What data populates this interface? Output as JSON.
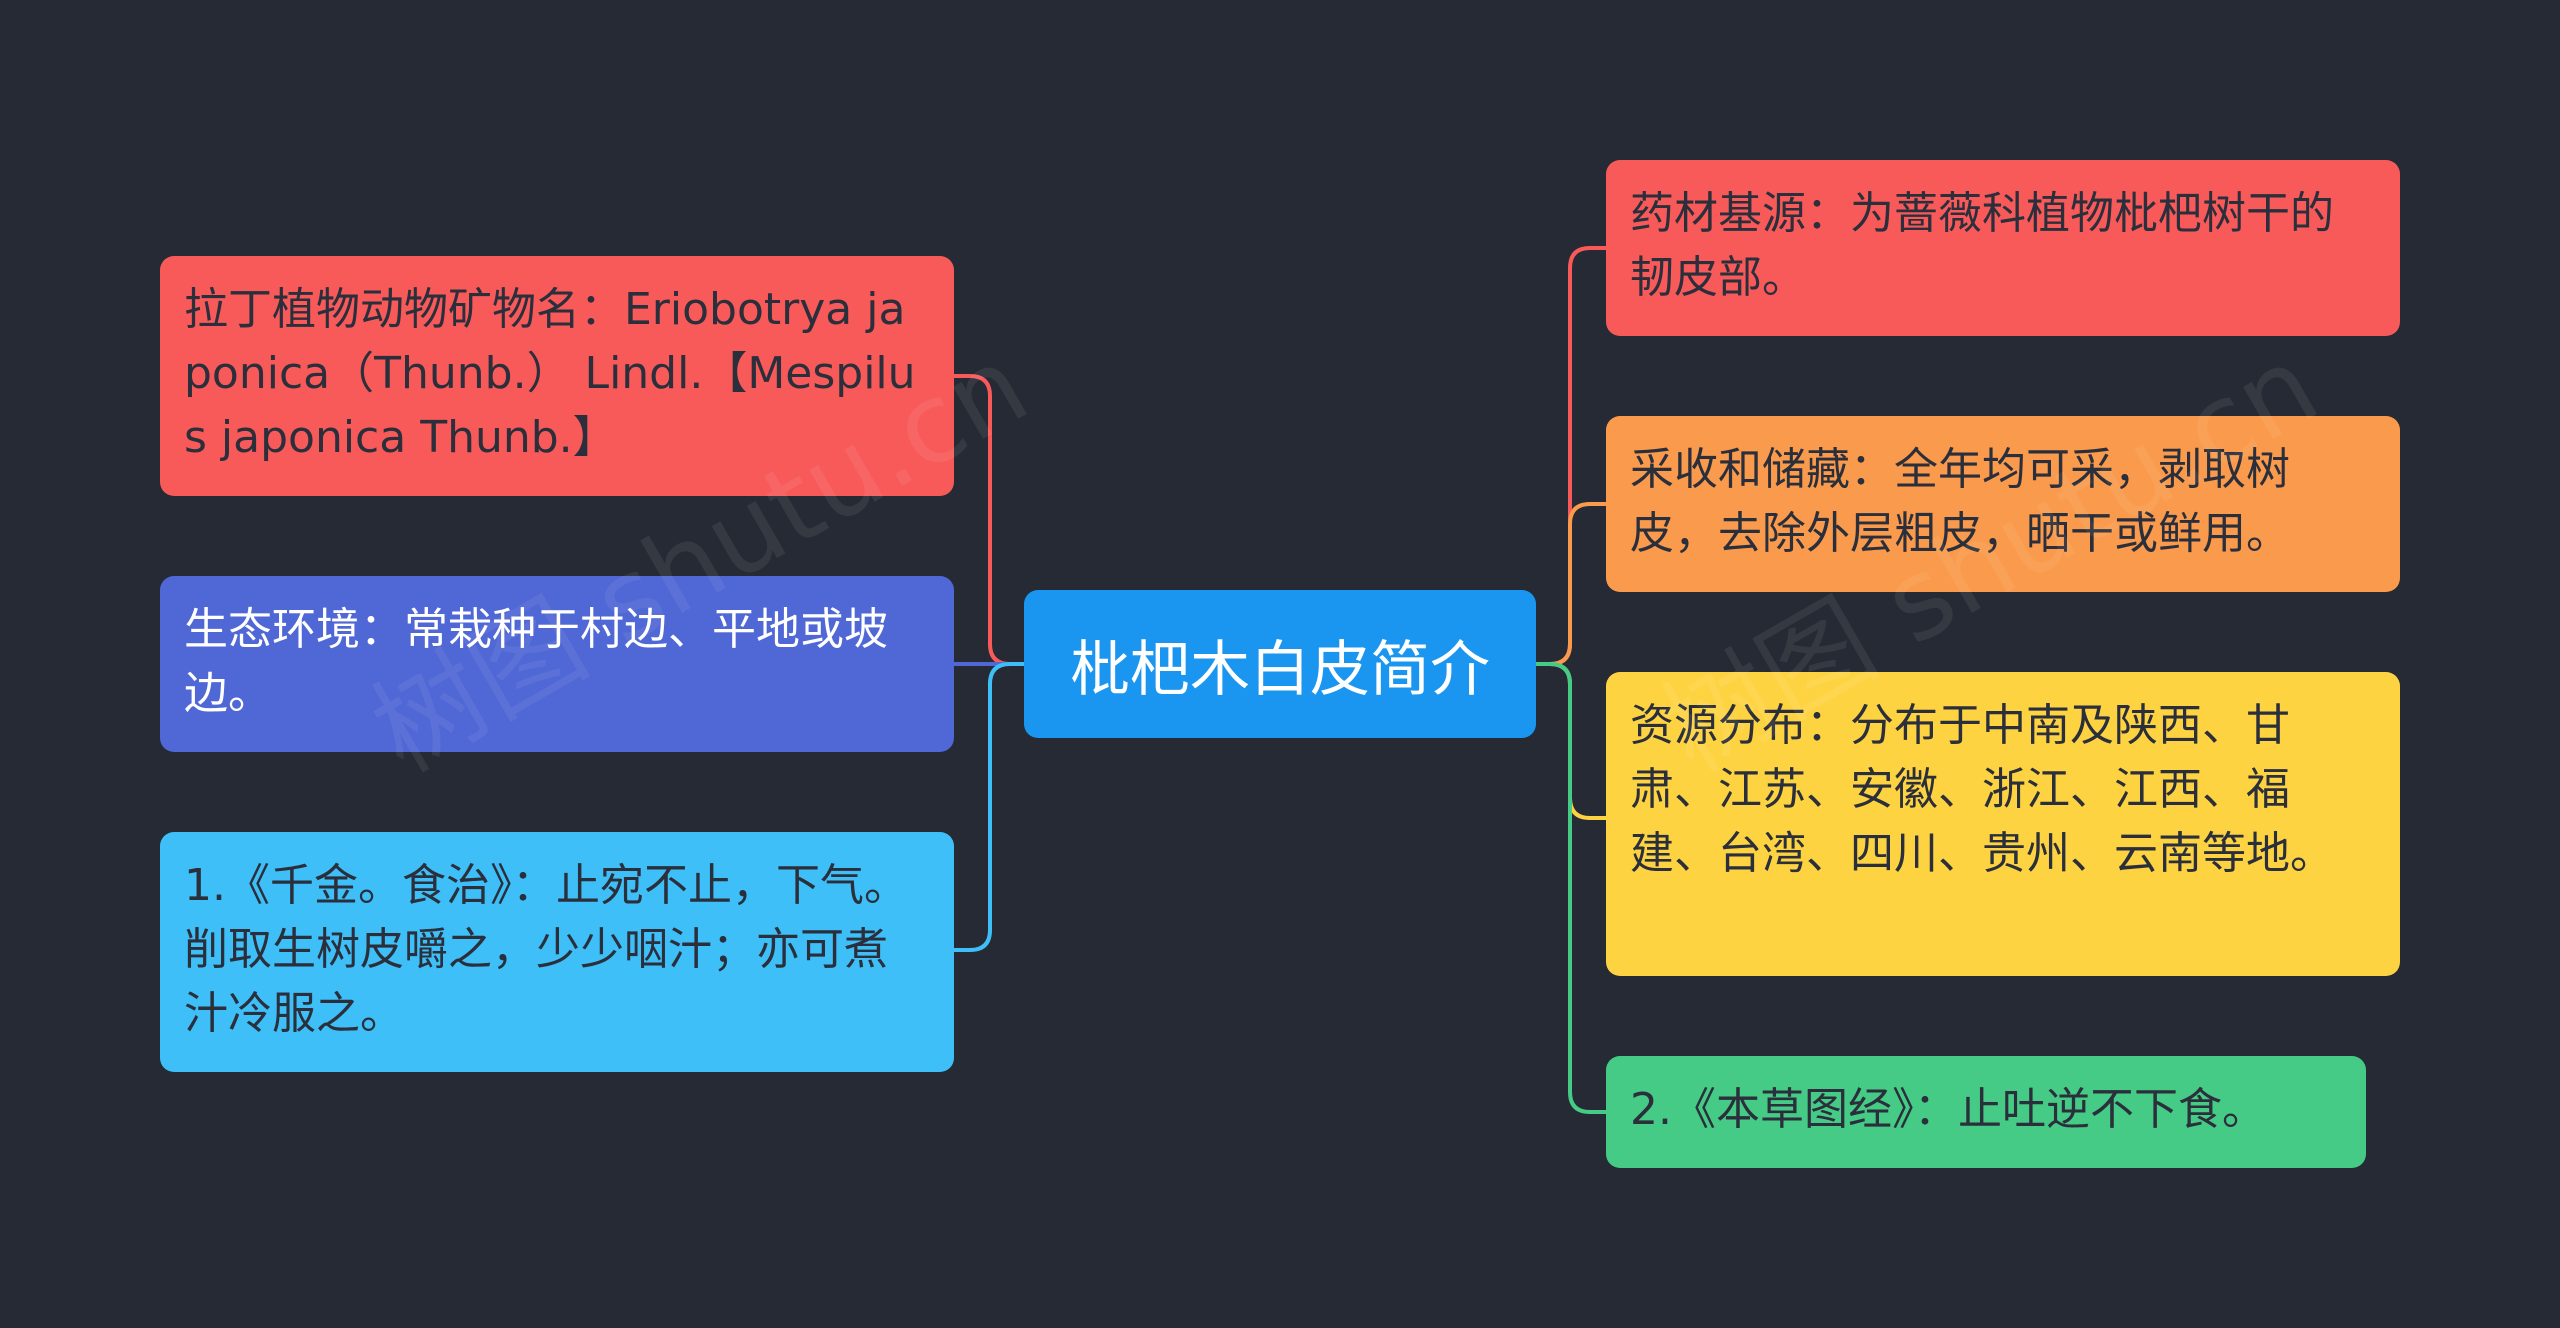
{
  "center": {
    "label": "枇杷木白皮简介",
    "color": "#1a96f0"
  },
  "left_nodes": [
    {
      "text": "拉丁植物动物矿物名：Eriobotrya japonica（Thunb.） Lindl.【Mespilus japonica Thunb.】",
      "color": "#f85a5a"
    },
    {
      "text": "生态环境：常栽种于村边、平地或坡边。",
      "color": "#5067d6"
    },
    {
      "text": "1.《千金。食治》：止宛不止，下气。削取生树皮嚼之，少少咽汁；亦可煮汁冷服之。",
      "color": "#3ebff8"
    }
  ],
  "right_nodes": [
    {
      "text": "药材基源：为蔷薇科植物枇杷树干的韧皮部。",
      "color": "#f85a5a"
    },
    {
      "text": "采收和储藏：全年均可采，剥取树皮，去除外层粗皮，晒干或鲜用。",
      "color": "#fa9a4c"
    },
    {
      "text": "资源分布：分布于中南及陕西、甘肃、江苏、安徽、浙江、江西、福建、台湾、四川、贵州、云南等地。",
      "color": "#fed342"
    },
    {
      "text": "2.《本草图经》：止吐逆不下食。",
      "color": "#45cb85"
    }
  ],
  "watermark": "树图 shutu.cn"
}
